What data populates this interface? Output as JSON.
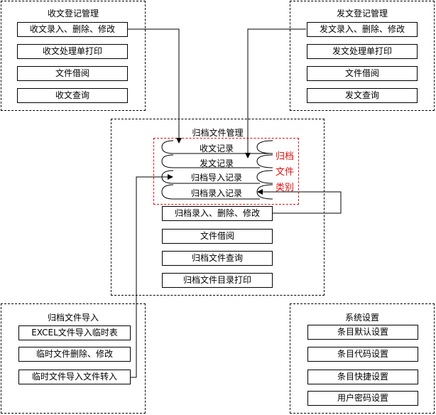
{
  "receiving": {
    "title": "收文登记管理",
    "items": [
      "收文录入、删除、修改",
      "收文处理单打印",
      "文件借阅",
      "收文查询"
    ]
  },
  "sending": {
    "title": "发文登记管理",
    "items": [
      "发文录入、删除、修改",
      "发文处理单打印",
      "文件借阅",
      "发文查询"
    ]
  },
  "archive": {
    "title": "归档文件管理",
    "records": [
      "收文记录",
      "发文记录",
      "归档导入记录",
      "归档录入记录"
    ],
    "category_label": [
      "归档",
      "文件",
      "类别"
    ],
    "items": [
      "归档录入、删除、修改",
      "文件借阅",
      "归档文件查询",
      "归档文件目录打印"
    ]
  },
  "import": {
    "title": "归档文件导入",
    "items": [
      "EXCEL文件导入临时表",
      "临时文件删除、修改",
      "临时文件导入文件转入"
    ]
  },
  "system": {
    "title": "系统设置",
    "items": [
      "条目默认设置",
      "条目代码设置",
      "条目快捷设置",
      "用户密码设置"
    ]
  },
  "colors": {
    "line": "#000000",
    "accent": "#d11111"
  }
}
